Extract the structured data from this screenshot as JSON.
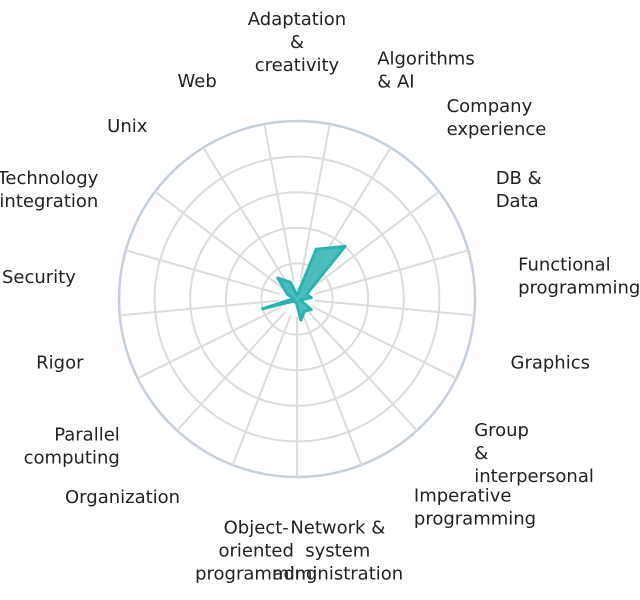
{
  "chart_data": {
    "type": "radar",
    "title": "",
    "rmax": 5,
    "grid_rings": 5,
    "color": "#2bb3b1",
    "categories": [
      "Adaptation & creativity",
      "Algorithms & AI",
      "Company experience",
      "DB & Data",
      "Functional programming",
      "Graphics",
      "Group & interpersonal",
      "Imperative programming",
      "Network & system administration",
      "Object-oriented programming",
      "Organization",
      "Parallel computing",
      "Rigor",
      "Security",
      "Technology integration",
      "Unix",
      "Web"
    ],
    "category_lines": [
      [
        "Adaptation",
        "&",
        "creativity"
      ],
      [
        "Algorithms",
        "& AI"
      ],
      [
        "Company",
        "experience"
      ],
      [
        "DB &",
        "Data"
      ],
      [
        "Functional",
        "programming"
      ],
      [
        "Graphics"
      ],
      [
        "Group",
        "&",
        "interpersonal"
      ],
      [
        "Imperative",
        "programming"
      ],
      [
        "Network &",
        "system",
        "administration"
      ],
      [
        "Object-",
        "oriented",
        "programming"
      ],
      [
        "Organization"
      ],
      [
        "Parallel",
        "computing"
      ],
      [
        "Rigor"
      ],
      [
        "Security"
      ],
      [
        "Technology",
        "integration"
      ],
      [
        "Unix"
      ],
      [
        "Web"
      ]
    ],
    "values": [
      0.1,
      1.5,
      2.0,
      0.3,
      0.4,
      0.1,
      0.5,
      0.4,
      0.6,
      0.1,
      0.1,
      0.1,
      1.0,
      0.1,
      0.3,
      0.8,
      0.5
    ]
  }
}
